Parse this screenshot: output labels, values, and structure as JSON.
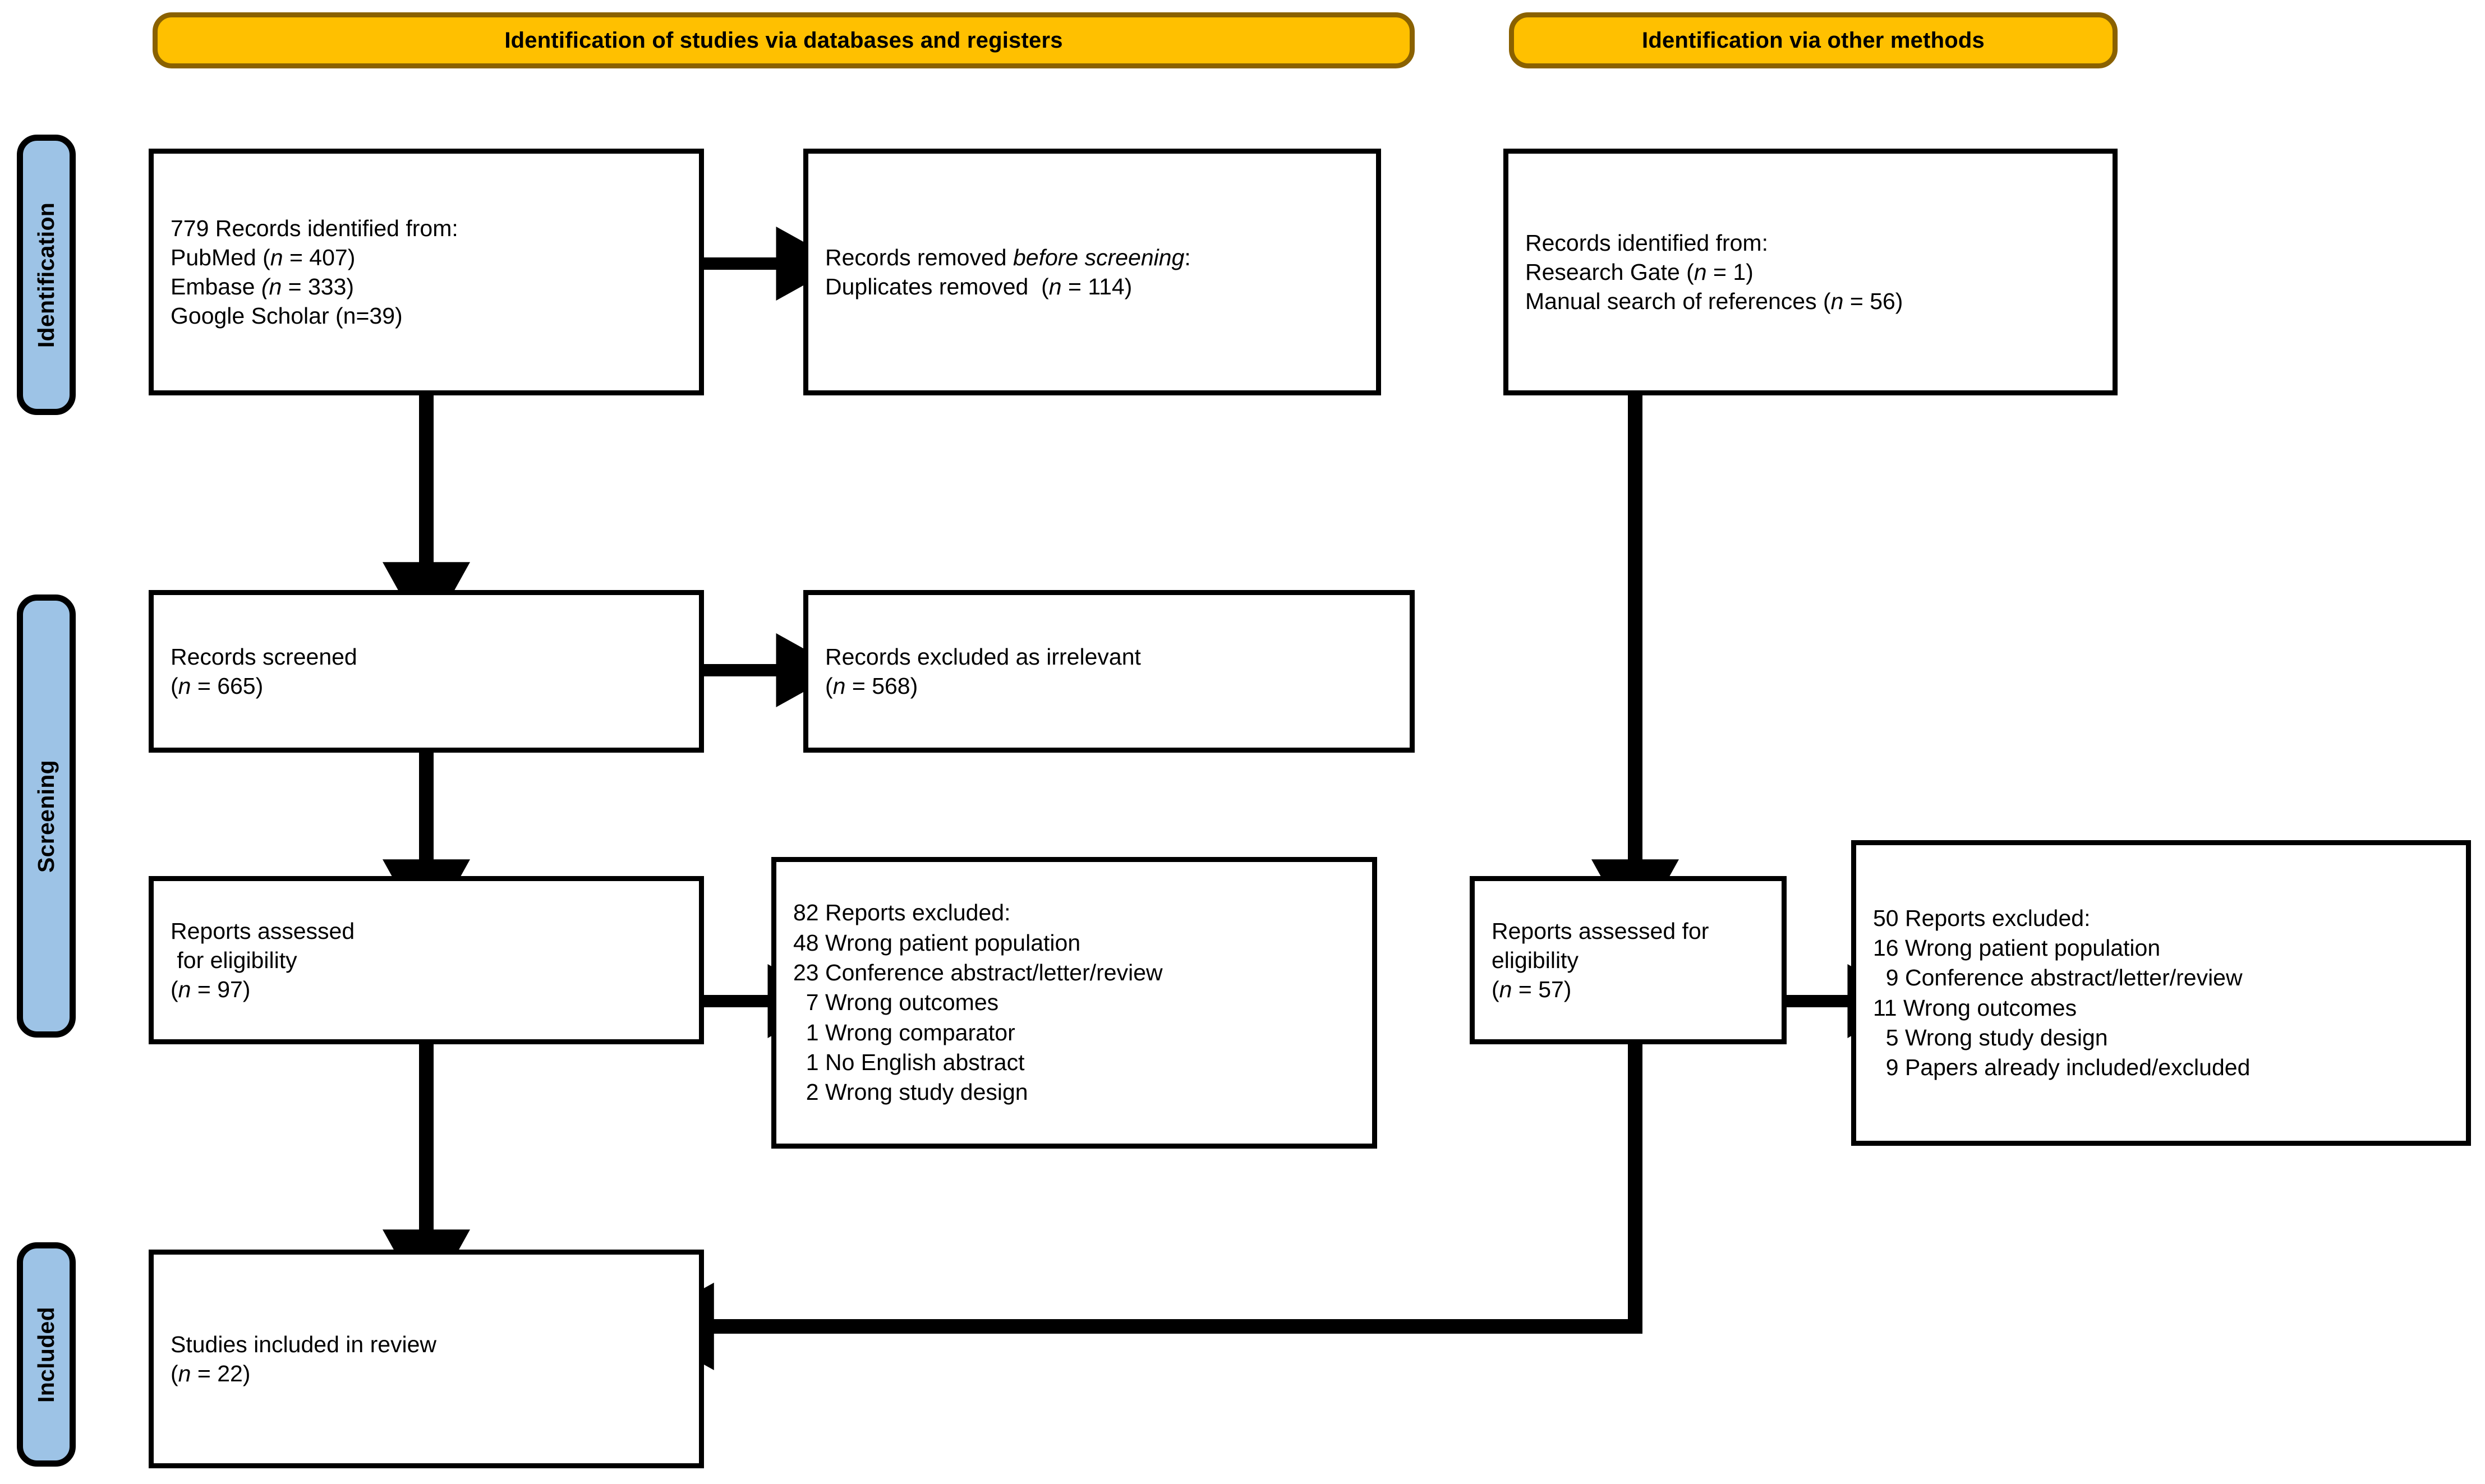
{
  "diagram": {
    "title": "PRISMA 2020 flow diagram",
    "colors": {
      "banner_fill": "#FFC000",
      "banner_border": "#8A6100",
      "stage_label_fill": "#9DC3E6",
      "box_border": "#000000",
      "page_background": "#FFFFFF"
    }
  },
  "banners": [
    {
      "id": "databases",
      "label": "Identification of studies via databases and registers"
    },
    {
      "id": "other",
      "label": "Identification via other methods"
    }
  ],
  "stage_labels": [
    {
      "id": "identification",
      "label": "Identification"
    },
    {
      "id": "screening",
      "label": "Screening"
    },
    {
      "id": "included",
      "label": "Included"
    }
  ],
  "boxes": {
    "records_identified": {
      "lines": [
        "779 Records identified from:",
        "PubMed (n = 407)",
        "Embase (n = 333)",
        "Google Scholar (n=39)"
      ]
    },
    "records_removed": {
      "lines": [
        "Records removed before screening:",
        "Duplicates removed  (n = 114)"
      ]
    },
    "other_identified": {
      "lines": [
        "Records identified from:",
        "Research Gate (n = 1)",
        "Manual search of references (n = 56)"
      ]
    },
    "records_screened": {
      "lines": [
        "Records screened",
        "(n = 665)"
      ]
    },
    "records_excluded": {
      "lines": [
        "Records excluded as irrelevant",
        "(n = 568)"
      ]
    },
    "reports_assessed_left": {
      "lines": [
        "Reports assessed",
        " for eligibility",
        "(n = 97)"
      ]
    },
    "reports_excluded_left": {
      "lines": [
        "82 Reports excluded:",
        "48 Wrong patient population",
        "23 Conference abstract/letter/review",
        "  7 Wrong outcomes",
        "  1 Wrong comparator",
        "  1 No English abstract",
        "  2 Wrong study design"
      ]
    },
    "reports_assessed_right": {
      "lines": [
        "Reports assessed for",
        "eligibility",
        "(n = 57)"
      ]
    },
    "reports_excluded_right": {
      "lines": [
        "50 Reports excluded:",
        "16 Wrong patient population",
        "  9 Conference abstract/letter/review",
        "11 Wrong outcomes",
        "  5 Wrong study design",
        "  9 Papers already included/excluded"
      ]
    },
    "studies_included": {
      "lines": [
        "Studies included in review",
        "(n = 22)"
      ]
    }
  },
  "chart_data": {
    "type": "table",
    "title": "PRISMA 2020 flow diagram",
    "nodes": [
      {
        "id": "records_identified",
        "stage": "Identification",
        "column": "databases",
        "label": "779 Records identified from",
        "n": 779,
        "sources": [
          {
            "name": "PubMed",
            "n": 407
          },
          {
            "name": "Embase",
            "n": 333
          },
          {
            "name": "Google Scholar",
            "n": 39
          }
        ]
      },
      {
        "id": "records_removed",
        "stage": "Identification",
        "column": "databases",
        "label": "Records removed before screening: Duplicates removed",
        "n": 114
      },
      {
        "id": "other_identified",
        "stage": "Identification",
        "column": "other",
        "label": "Records identified from",
        "sources": [
          {
            "name": "Research Gate",
            "n": 1
          },
          {
            "name": "Manual search of references",
            "n": 56
          }
        ]
      },
      {
        "id": "records_screened",
        "stage": "Screening",
        "column": "databases",
        "label": "Records screened",
        "n": 665
      },
      {
        "id": "records_excluded",
        "stage": "Screening",
        "column": "databases",
        "label": "Records excluded as irrelevant",
        "n": 568
      },
      {
        "id": "reports_assessed_left",
        "stage": "Screening",
        "column": "databases",
        "label": "Reports assessed for eligibility",
        "n": 97
      },
      {
        "id": "reports_excluded_left",
        "stage": "Screening",
        "column": "databases",
        "label": "Reports excluded",
        "n": 82,
        "reasons": [
          {
            "reason": "Wrong patient population",
            "n": 48
          },
          {
            "reason": "Conference abstract/letter/review",
            "n": 23
          },
          {
            "reason": "Wrong outcomes",
            "n": 7
          },
          {
            "reason": "Wrong comparator",
            "n": 1
          },
          {
            "reason": "No English abstract",
            "n": 1
          },
          {
            "reason": "Wrong study design",
            "n": 2
          }
        ]
      },
      {
        "id": "reports_assessed_right",
        "stage": "Screening",
        "column": "other",
        "label": "Reports assessed for eligibility",
        "n": 57
      },
      {
        "id": "reports_excluded_right",
        "stage": "Screening",
        "column": "other",
        "label": "Reports excluded",
        "n": 50,
        "reasons": [
          {
            "reason": "Wrong patient population",
            "n": 16
          },
          {
            "reason": "Conference abstract/letter/review",
            "n": 9
          },
          {
            "reason": "Wrong outcomes",
            "n": 11
          },
          {
            "reason": "Wrong study design",
            "n": 5
          },
          {
            "reason": "Papers already included/excluded",
            "n": 9
          }
        ]
      },
      {
        "id": "studies_included",
        "stage": "Included",
        "column": "databases",
        "label": "Studies included in review",
        "n": 22
      }
    ],
    "edges": [
      {
        "from": "records_identified",
        "to": "records_removed"
      },
      {
        "from": "records_identified",
        "to": "records_screened"
      },
      {
        "from": "records_screened",
        "to": "records_excluded"
      },
      {
        "from": "records_screened",
        "to": "reports_assessed_left"
      },
      {
        "from": "reports_assessed_left",
        "to": "reports_excluded_left"
      },
      {
        "from": "reports_assessed_left",
        "to": "studies_included"
      },
      {
        "from": "other_identified",
        "to": "reports_assessed_right"
      },
      {
        "from": "reports_assessed_right",
        "to": "reports_excluded_right"
      },
      {
        "from": "reports_assessed_right",
        "to": "studies_included"
      }
    ]
  }
}
